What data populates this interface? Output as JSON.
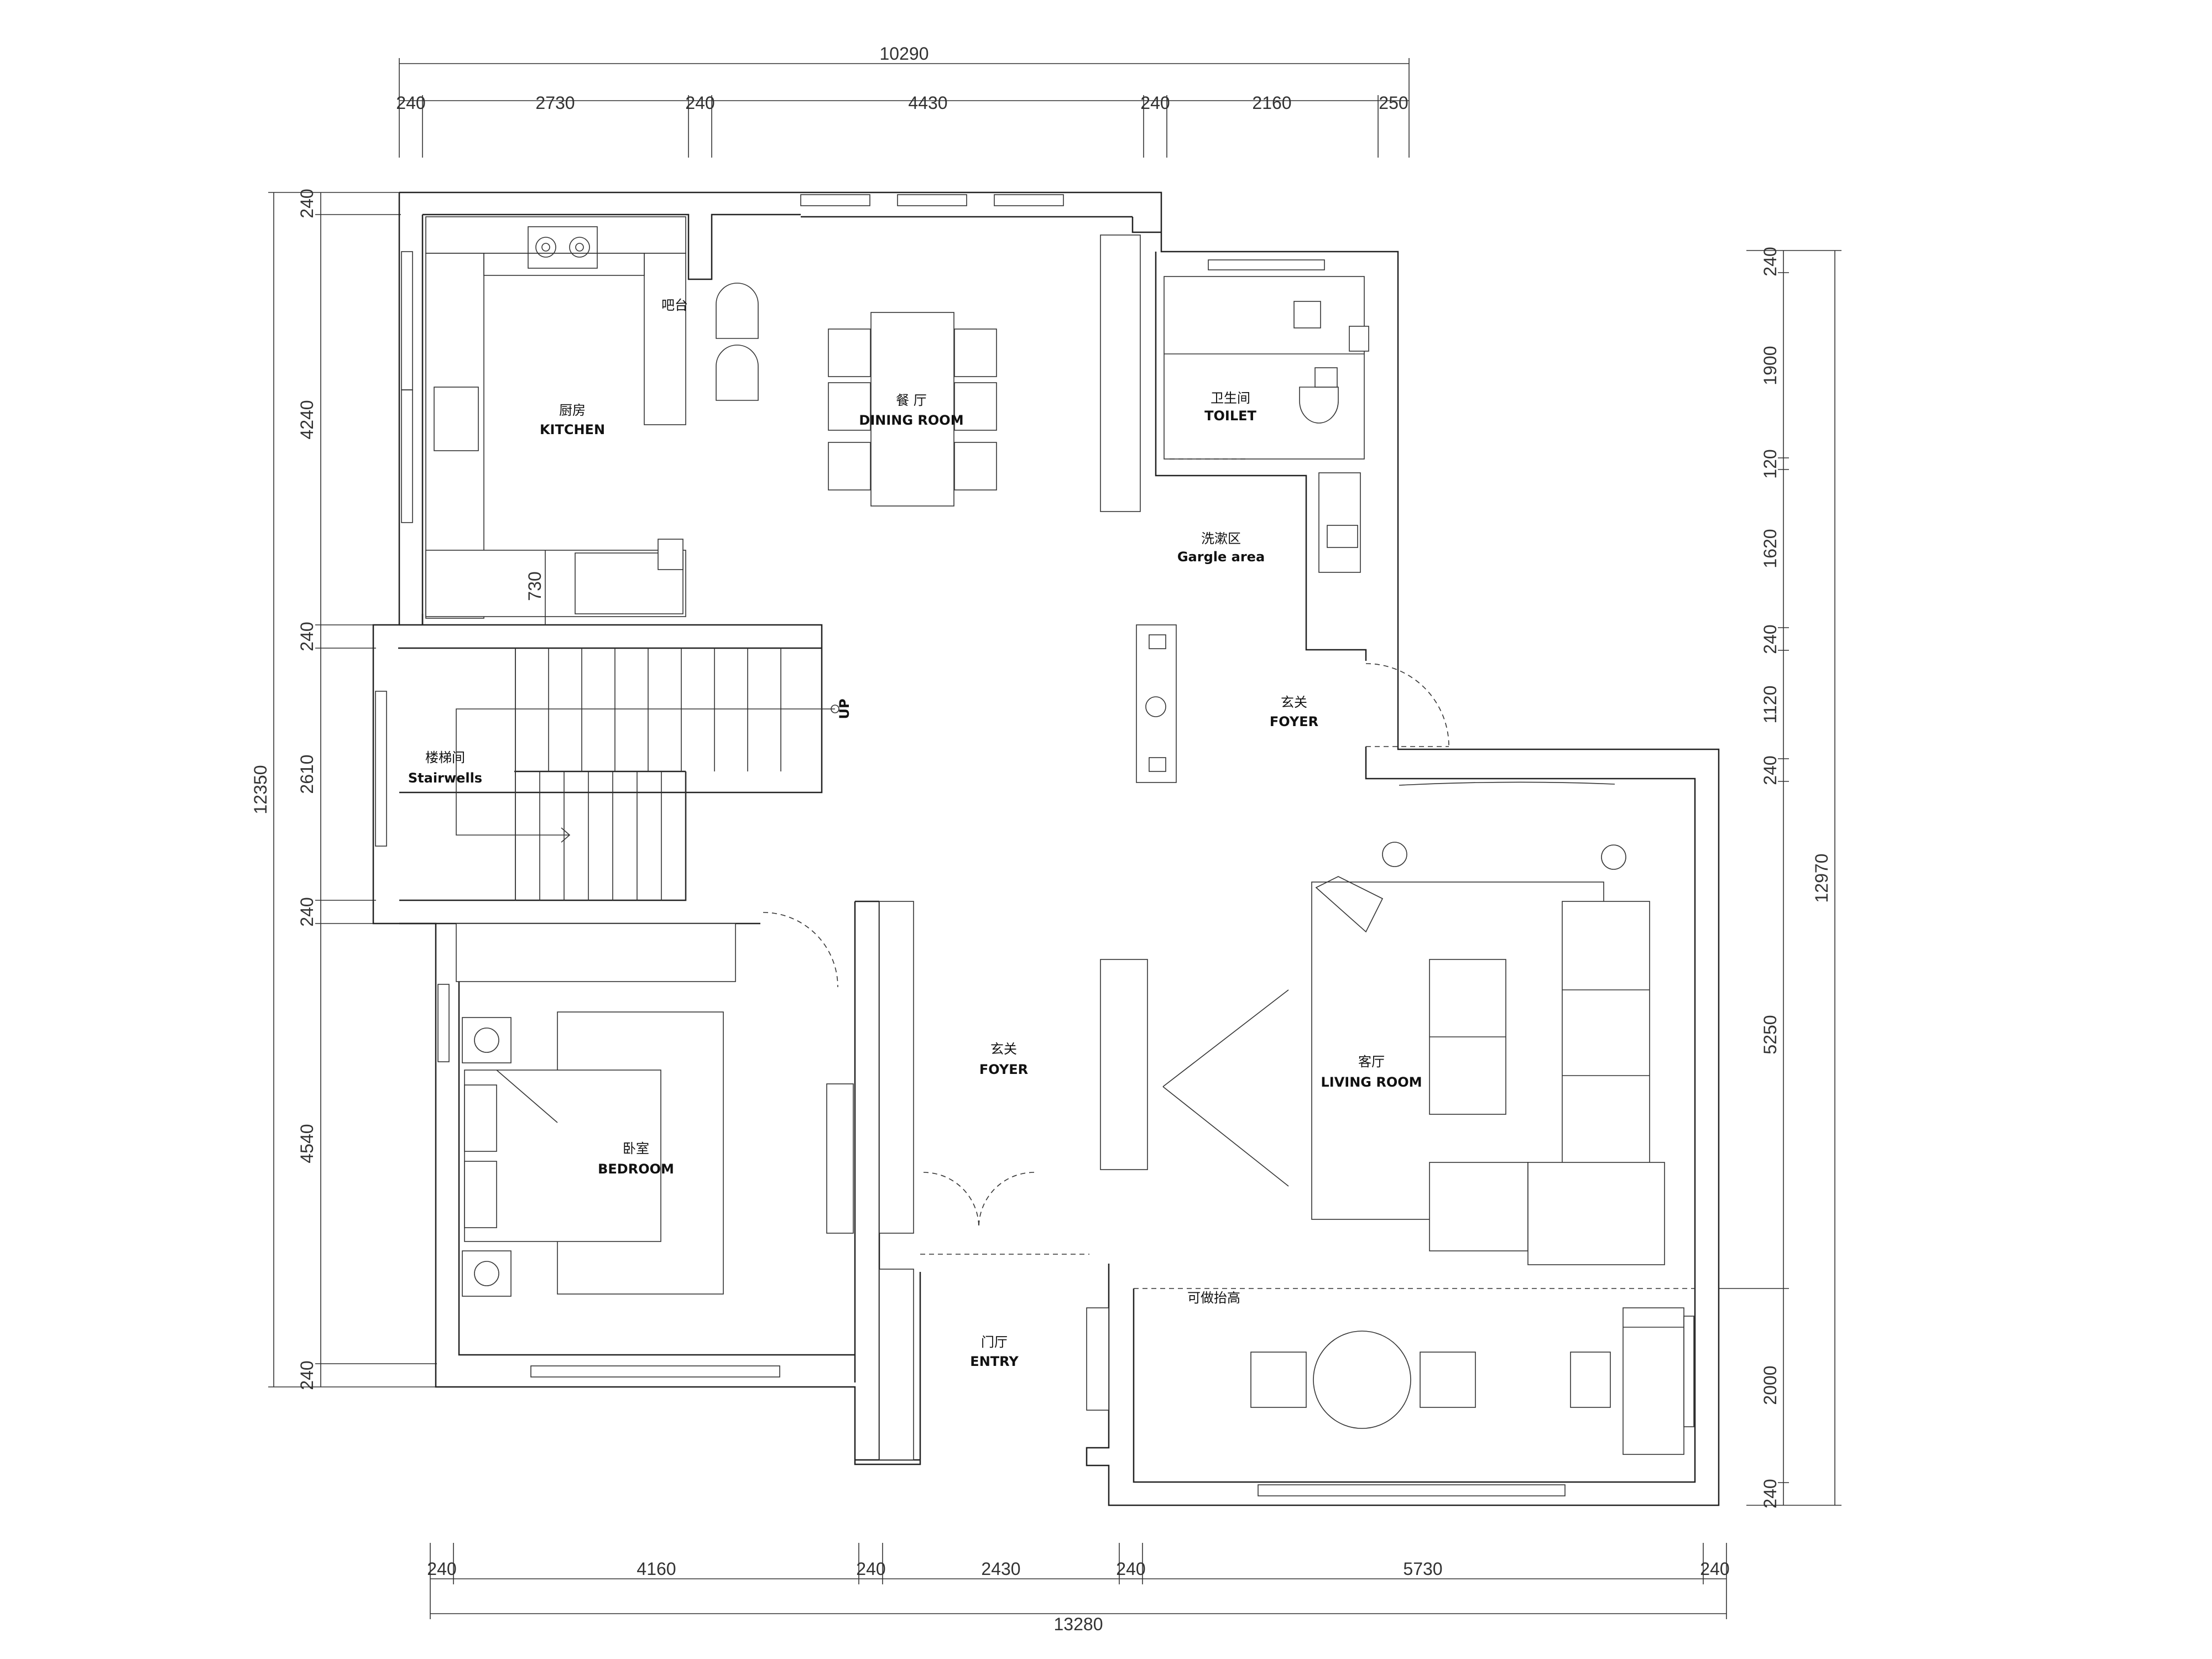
{
  "dimensions": {
    "top_total": "10290",
    "top_segments": [
      "240",
      "2730",
      "240",
      "4430",
      "240",
      "2160",
      "250"
    ],
    "bottom_total": "13280",
    "bottom_segments": [
      "240",
      "4160",
      "240",
      "2430",
      "240",
      "5730",
      "240"
    ],
    "left_total": "12350",
    "left_segments": [
      "240",
      "4240",
      "240",
      "2610",
      "240",
      "4540",
      "240"
    ],
    "right_total": "12970",
    "right_segments": [
      "240",
      "1900",
      "120",
      "1620",
      "240",
      "1120",
      "240",
      "5250",
      "2000",
      "240"
    ],
    "kitchen_counter": "730"
  },
  "rooms": {
    "kitchen": {
      "cn": "厨房",
      "en": "KITCHEN"
    },
    "bar": {
      "cn": "吧台"
    },
    "dining": {
      "cn": "餐  厅",
      "en": "DINING ROOM"
    },
    "toilet": {
      "cn": "卫生间",
      "en": "TOILET"
    },
    "gargle": {
      "cn": "洗漱区",
      "en": "Gargle area"
    },
    "foyer_upper": {
      "cn": "玄关",
      "en": "FOYER"
    },
    "stair": {
      "cn": "楼梯间",
      "en": "Stairwells",
      "up": "UP"
    },
    "foyer_lower": {
      "cn": "玄关",
      "en": "FOYER"
    },
    "living": {
      "cn": "客厅",
      "en": "LIVING ROOM"
    },
    "bedroom": {
      "cn": "卧室",
      "en": "BEDROOM"
    },
    "entry": {
      "cn": "门厅",
      "en": "ENTRY"
    },
    "raised": {
      "cn": "可做抬高"
    }
  }
}
